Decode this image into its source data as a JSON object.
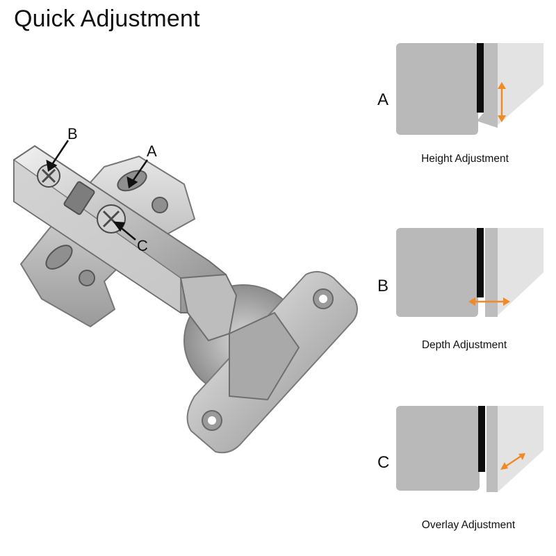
{
  "title": "Quick Adjustment",
  "callouts": {
    "a": "A",
    "b": "B",
    "c": "C"
  },
  "panels": [
    {
      "letter": "A",
      "caption": "Height Adjustment",
      "arrow": "vertical"
    },
    {
      "letter": "B",
      "caption": "Depth Adjustment",
      "arrow": "horizontal"
    },
    {
      "letter": "C",
      "caption": "Overlay Adjustment",
      "arrow": "diagonal"
    }
  ],
  "colors": {
    "arrow_orange": "#f08a24",
    "panel_gray": "#b9b9b9",
    "panel_light": "#dcdcdc",
    "metal": "#c9c9c9"
  }
}
